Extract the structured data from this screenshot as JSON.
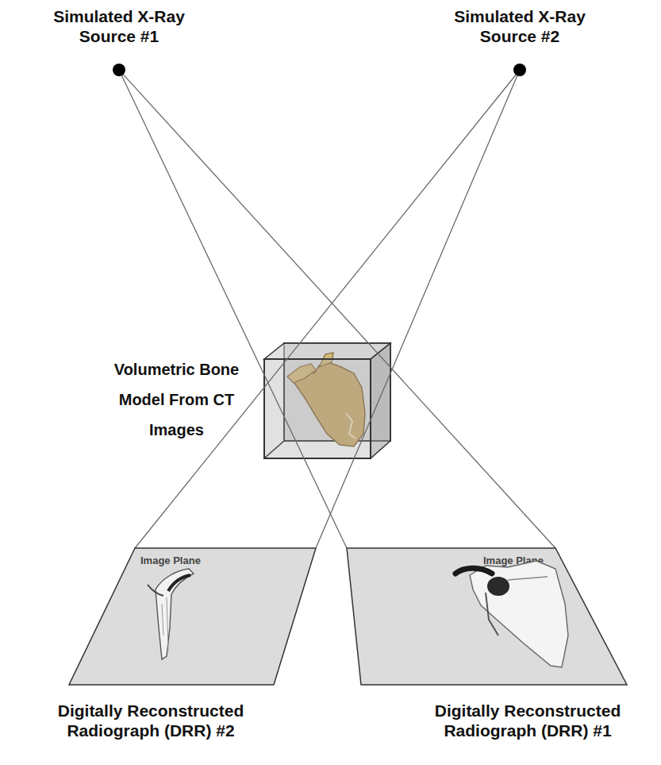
{
  "diagram": {
    "nodes": [
      {
        "text": [
          "Simulated X-Ray Source #1"
        ]
      },
      {
        "text": [
          "Simulated X-Ray Source #2"
        ]
      },
      {
        "text": [
          "Image Plane",
          "Digitally Reconstructed Radiograph (DRR) #2"
        ]
      },
      {
        "text": [
          "Image Plane",
          "Digitally Reconstructed Radiograph (DRR) #1"
        ]
      }
    ],
    "edges": [
      {
        "from": 0,
        "to": 3,
        "arrow": "none"
      },
      {
        "from": 1,
        "to": 2,
        "arrow": "none"
      }
    ],
    "labels": [
      "Volumetric Bone Model From CT Images"
    ]
  }
}
